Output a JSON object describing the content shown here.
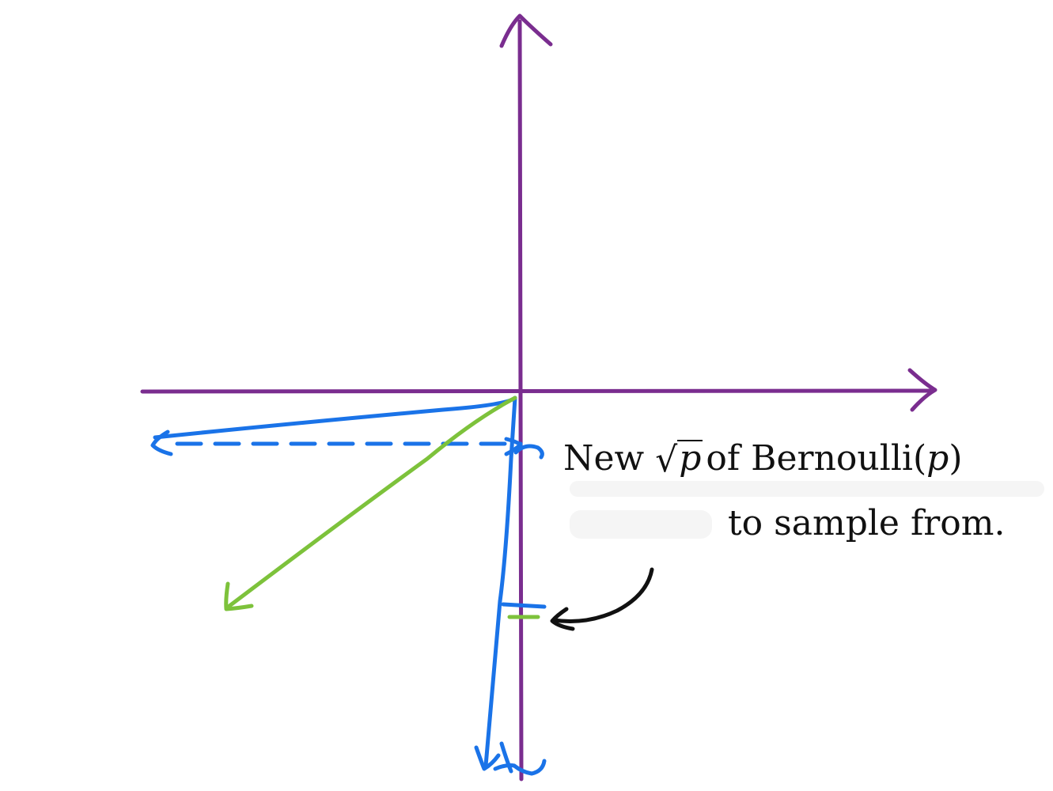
{
  "colors": {
    "axes": "#7a2d8f",
    "blue": "#1a73e8",
    "green": "#7dc23b",
    "pointer": "#111111",
    "text": "#111111",
    "background": "#ffffff"
  },
  "annotation": {
    "line1": {
      "prefix": "New",
      "radical": "√",
      "radicand": "p",
      "middle": "of Bernoulli(",
      "param": "p",
      "suffix": ")"
    },
    "line2": "to sample from."
  }
}
